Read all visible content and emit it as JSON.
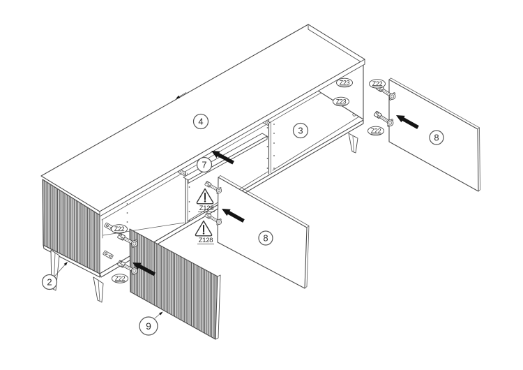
{
  "figure": {
    "type": "furniture-assembly-step",
    "background_color": "#ffffff",
    "line_color": "#4a4a4a",
    "arrow_color": "#141414",
    "text_color": "#2f2f2f"
  },
  "part_labels": [
    {
      "number": "4",
      "target": "top-panel"
    },
    {
      "number": "7",
      "target": "middle-shelf"
    },
    {
      "number": "3",
      "target": "right-compartment"
    },
    {
      "number": "8",
      "target": "right-door"
    },
    {
      "number": "8",
      "target": "middle-door"
    },
    {
      "number": "9",
      "target": "left-fluted-door"
    },
    {
      "number": "2",
      "target": "left-fluted-side-panel"
    }
  ],
  "hardware_labels": [
    {
      "code": "Z23",
      "target": "hinge-plate-top-right"
    },
    {
      "code": "Z23",
      "target": "hinge-plate-bottom-right"
    },
    {
      "code": "Z22",
      "target": "right-door-upper-hinge"
    },
    {
      "code": "Z22",
      "target": "right-door-lower-hinge"
    },
    {
      "code": "Z22",
      "target": "left-door-upper-hinge"
    },
    {
      "code": "Z22",
      "target": "left-door-lower-hinge"
    }
  ],
  "warning_labels": [
    {
      "code": "Z128",
      "target": "middle-door-upper-hinge"
    },
    {
      "code": "Z128",
      "target": "middle-door-lower-hinge"
    }
  ]
}
